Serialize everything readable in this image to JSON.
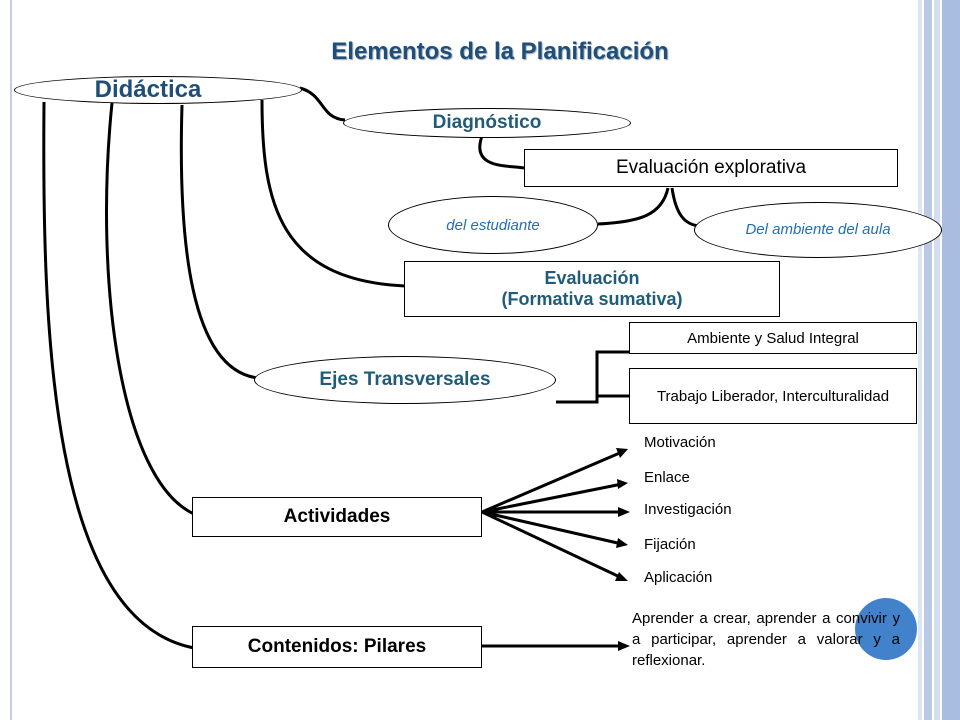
{
  "title": "Elementos de la Planificación",
  "root": "Didáctica",
  "diagnostico": "Diagnóstico",
  "evaluacion_explorativa": "Evaluación explorativa",
  "del_estudiante": "del estudiante",
  "del_ambiente": "Del ambiente del aula",
  "evaluacion": {
    "line1": "Evaluación",
    "line2": "(Formativa sumativa)"
  },
  "ejes": "Ejes Transversales",
  "ejes_items": [
    "Ambiente y Salud Integral",
    "Trabajo Liberador, Interculturalidad"
  ],
  "actividades": "Actividades",
  "actividades_items": [
    "Motivación",
    "Enlace",
    "Investigación",
    "Fijación",
    "Aplicación"
  ],
  "contenidos": "Contenidos: Pilares",
  "pilares_text": "Aprender a crear, aprender a convivir y a participar, aprender a valorar y a reflexionar.",
  "colors": {
    "title": "#1f4e79",
    "node_text": "#1f5c7a",
    "italic_text": "#1f6fb8",
    "accent_dot": "#2e74c5"
  }
}
